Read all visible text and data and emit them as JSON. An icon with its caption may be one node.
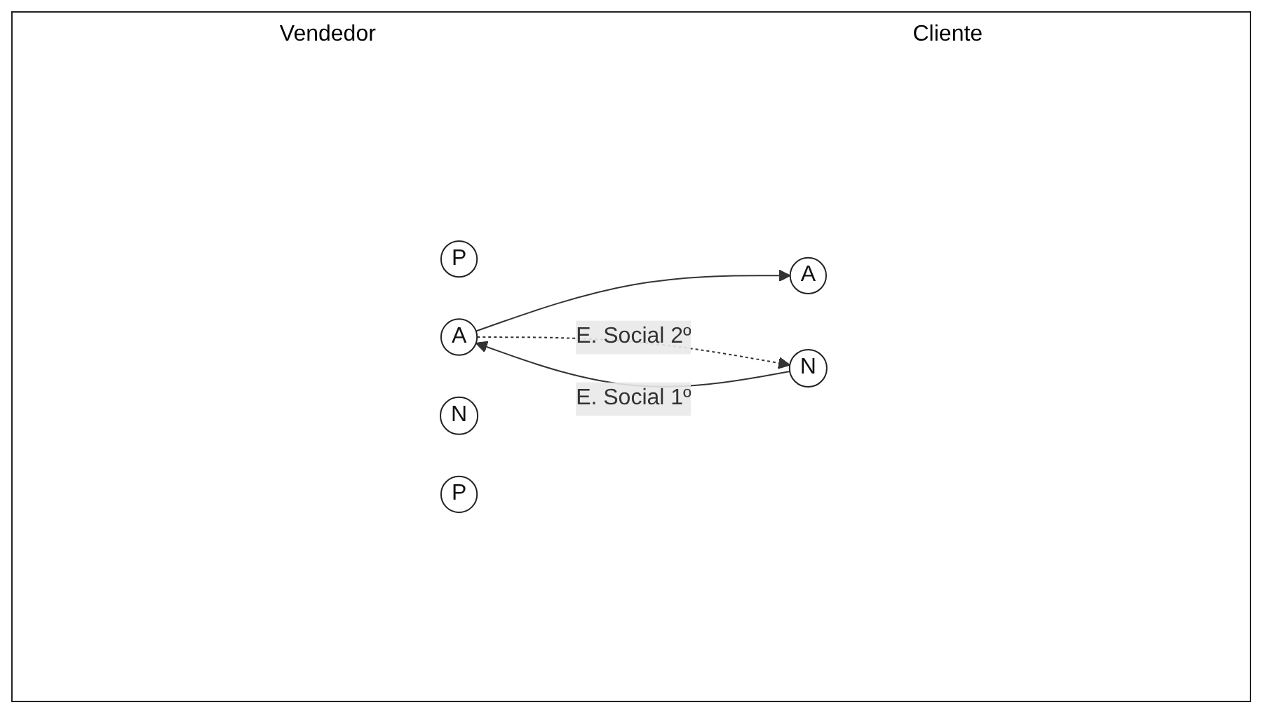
{
  "diagram": {
    "nodes": [
      {
        "text": [
          "P"
        ]
      },
      {
        "text": [
          "A"
        ]
      },
      {
        "text": [
          "N"
        ]
      },
      {
        "text": [
          "P"
        ]
      },
      {
        "text": [
          "A"
        ]
      },
      {
        "text": [
          "N"
        ]
      }
    ],
    "edges": [
      {
        "from": 1,
        "to": 4,
        "arrow": "to"
      },
      {
        "from": 5,
        "to": 1,
        "arrow": "to",
        "label": "E. Social 1º"
      },
      {
        "from": 1,
        "to": 5,
        "arrow": "to",
        "label": "E. Social 2º",
        "style": "dashed"
      }
    ],
    "labels": [
      "Vendedor",
      "Cliente"
    ]
  }
}
